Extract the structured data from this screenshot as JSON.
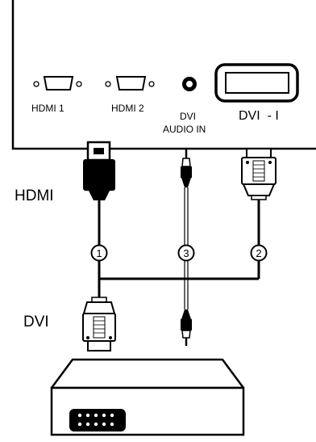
{
  "panel": {
    "ports": [
      {
        "id": "hdmi1",
        "label": "HDMI 1"
      },
      {
        "id": "hdmi2",
        "label": "HDMI 2"
      },
      {
        "id": "dvi_audio",
        "label_line1": "DVI",
        "label_line2": "AUDIO IN"
      },
      {
        "id": "dvi_i",
        "label": "DVI  - I"
      }
    ]
  },
  "cables": {
    "hdmi_label": "HDMI",
    "dvi_label": "DVI",
    "markers": [
      "1",
      "3",
      "2"
    ]
  },
  "colors": {
    "line": "#000000",
    "fill": "#ffffff"
  }
}
